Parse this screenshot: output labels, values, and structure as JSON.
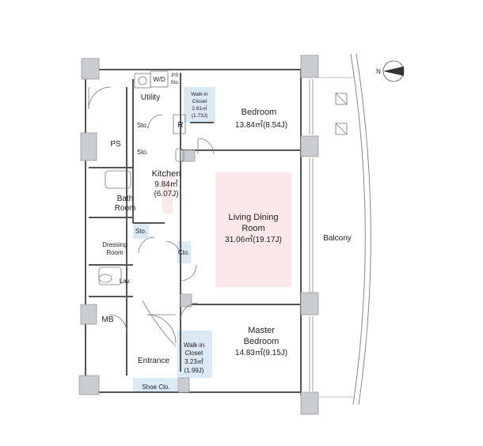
{
  "compass": {
    "label": "N"
  },
  "rooms": {
    "bedroom": {
      "name": "Bedroom",
      "area": "13.84㎡(8.54J)"
    },
    "walk_in_closet_1": {
      "line1": "Walk-in",
      "line2": "Closet",
      "area": "2.81㎡",
      "area_j": "(1.73J)"
    },
    "wd": {
      "label": "W/D"
    },
    "ps_sto": {
      "line1": "PS",
      "line2": "Sto."
    },
    "utility": {
      "label": "Utility"
    },
    "refrigerator": {
      "label": "R"
    },
    "sto_1": {
      "label": "Sto."
    },
    "sto_2": {
      "label": "Sto."
    },
    "ps": {
      "label": "PS"
    },
    "kitchen": {
      "name": "Kitchen",
      "area": "9.84㎡",
      "area_j": "(6.07J)"
    },
    "bath": {
      "line1": "Bath",
      "line2": "Room"
    },
    "living": {
      "line1": "Living Dining",
      "line2": "Room",
      "area": "31.06㎡(19.17J)"
    },
    "balcony": {
      "label": "Balcony"
    },
    "sto_3": {
      "label": "Sto."
    },
    "dressing": {
      "line1": "Dressing",
      "line2": "Room"
    },
    "clo": {
      "label": "Clo."
    },
    "lav": {
      "label": "Lav."
    },
    "mb": {
      "label": "MB"
    },
    "master": {
      "line1": "Master",
      "line2": "Bedroom",
      "area": "14.83㎡(9.15J)"
    },
    "walk_in_closet_2": {
      "line1": "Walk-in",
      "line2": "Closet",
      "area": "3.23㎡",
      "area_j": "(1.99J)"
    },
    "entrance": {
      "label": "Entrance"
    },
    "shoe": {
      "label": "Shoe Clo."
    }
  }
}
